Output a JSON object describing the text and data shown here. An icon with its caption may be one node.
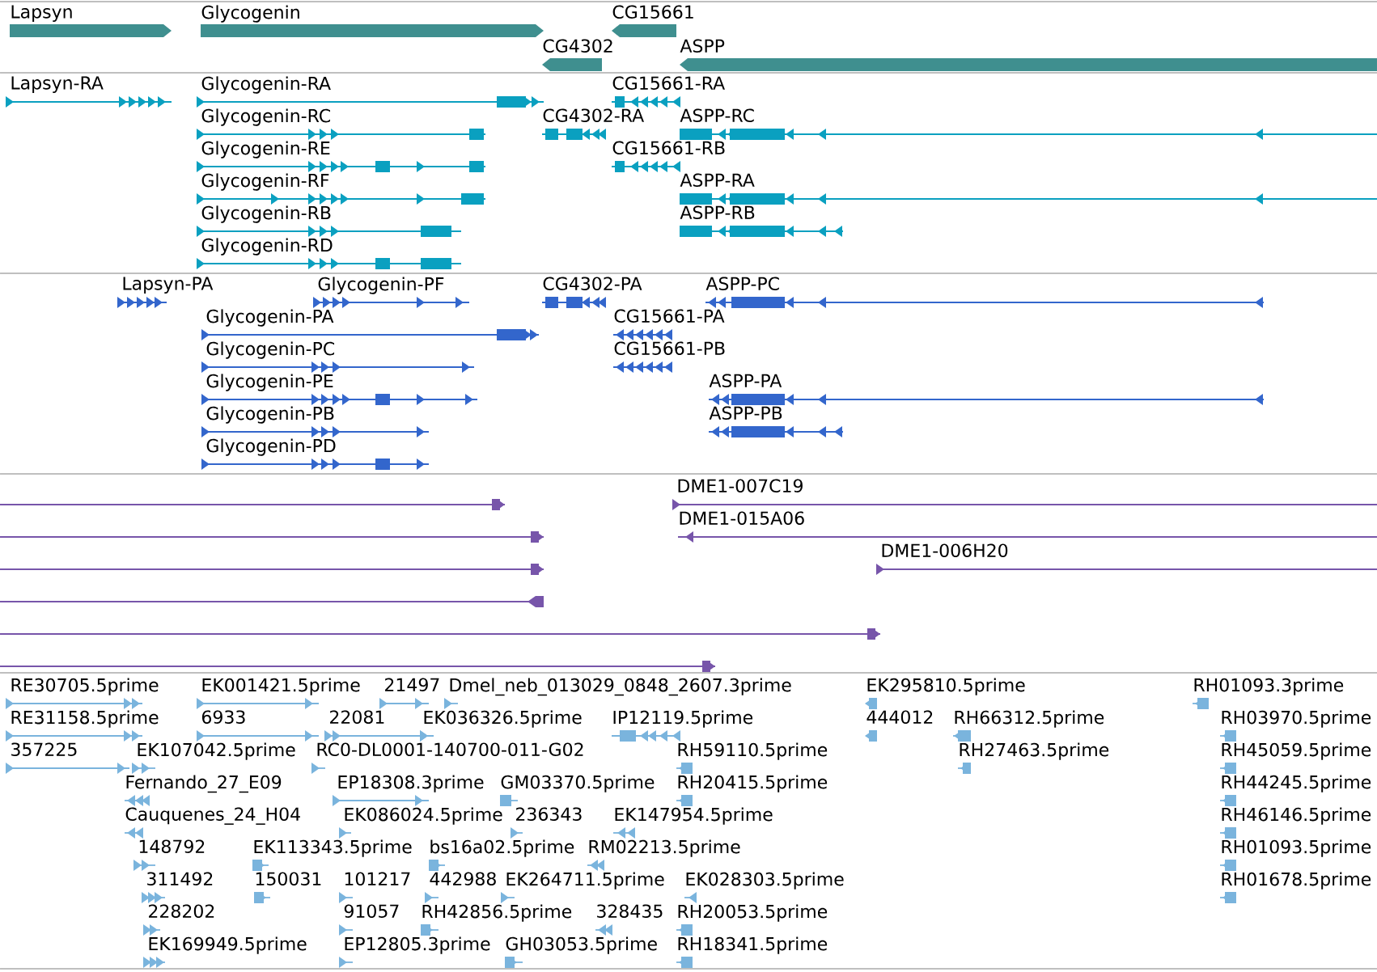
{
  "diagram": {
    "labels": [
      "Lapsyn",
      "Glycogenin",
      "CG15661",
      "CG4302",
      "ASPP",
      "Lapsyn-RA",
      "Glycogenin-RA",
      "CG15661-RA",
      "Glycogenin-RC",
      "CG4302-RA",
      "ASPP-RC",
      "Glycogenin-RE",
      "CG15661-RB",
      "Glycogenin-RF",
      "ASPP-RA",
      "Glycogenin-RB",
      "ASPP-RB",
      "Glycogenin-RD",
      "Lapsyn-PA",
      "Glycogenin-PF",
      "CG4302-PA",
      "ASPP-PC",
      "Glycogenin-PA",
      "CG15661-PA",
      "Glycogenin-PC",
      "CG15661-PB",
      "Glycogenin-PE",
      "ASPP-PA",
      "Glycogenin-PB",
      "ASPP-PB",
      "Glycogenin-PD",
      "DME1-007C19",
      "DME1-015A06",
      "DME1-006H20",
      "RE30705.5prime",
      "EK001421.5prime",
      "21497",
      "Dmel_neb_013029_0848_2607.3prime",
      "EK295810.5prime",
      "RH01093.3prime",
      "RE31158.5prime",
      "6933",
      "22081",
      "EK036326.5prime",
      "IP12119.5prime",
      "444012",
      "RH66312.5prime",
      "RH03970.5prime",
      "357225",
      "EK107042.5prime",
      "RC0-DL0001-140700-011-G02",
      "RH59110.5prime",
      "RH27463.5prime",
      "RH45059.5prime",
      "Fernando_27_E09",
      "EP18308.3prime",
      "GM03370.5prime",
      "RH20415.5prime",
      "RH44245.5prime",
      "Cauquenes_24_H04",
      "EK086024.5prime",
      "236343",
      "EK147954.5prime",
      "RH46146.5prime",
      "148792",
      "EK113343.5prime",
      "bs16a02.5prime",
      "RM02213.5prime",
      "RH01093.5prime",
      "311492",
      "150031",
      "101217",
      "442988",
      "EK264711.5prime",
      "EK028303.5prime",
      "RH01678.5prime",
      "228202",
      "91057",
      "RH42856.5prime",
      "328435",
      "RH20053.5prime",
      "EK169949.5prime",
      "EP12805.3prime",
      "GH03053.5prime",
      "RH18341.5prime"
    ]
  }
}
